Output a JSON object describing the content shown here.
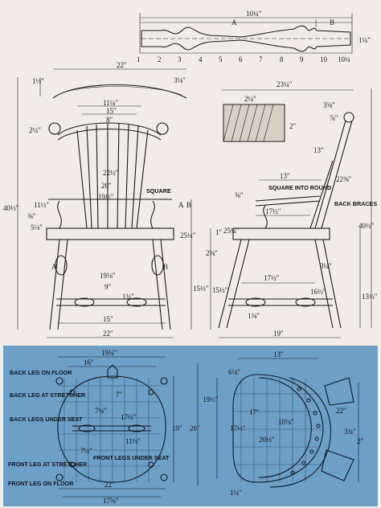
{
  "colors": {
    "paper": "#f1ede6",
    "ink": "#1b1b1b",
    "blueprint": "#6e9fc7"
  },
  "spindle": {
    "overall": "10¼″",
    "A": "A",
    "B": "B",
    "height": "1¼″",
    "stations": [
      "1",
      "2",
      "3",
      "4",
      "5",
      "6",
      "7",
      "8",
      "9",
      "10",
      "10¼"
    ]
  },
  "front": {
    "top_width": "22″",
    "crest_rise": "1½″",
    "ear_rise": "3⅛″",
    "dims": [
      "11¼″",
      "15″",
      "8″",
      "2¼″",
      "22½″",
      "26″",
      "19½″",
      "11½″",
      "⅜″",
      "5⅛″",
      "19⅛″",
      "9″",
      "1¾″",
      "15″",
      "22″",
      "40½″",
      "25¼″",
      "15½″",
      "1″"
    ],
    "labels": {
      "square": "SQUARE",
      "A": "A",
      "B": "B",
      "section_a": "A",
      "section_b": "B"
    }
  },
  "side": {
    "dims": [
      "23¼″",
      "2¼″",
      "3⅝″",
      "⅞″",
      "2″",
      "13″",
      "22⅜″",
      "13″",
      "⅝″",
      "17½″",
      "25¼″",
      "2⅜″",
      "3¼″",
      "15½″",
      "17½″",
      "16½″",
      "13½″",
      "1⅝″",
      "19″",
      "40½″"
    ],
    "labels": {
      "square_round": "SQUARE INTO ROUND",
      "back_braces": "BACK BRACES"
    }
  },
  "plan_left": {
    "dims": [
      "19¼″",
      "16″",
      "7″",
      "7¼″",
      "17½″",
      "11½″",
      "7¼″",
      "19″",
      "22″",
      "17⅜″"
    ],
    "labels": [
      "BACK LEG ON FLOOR",
      "BACK LEG AT STRETCHER",
      "BACK LEGS UNDER SEAT",
      "FRONT LEGS UNDER SEAT",
      "FRONT LEG AT STRETCHER",
      "FRONT LEG ON FLOOR"
    ]
  },
  "plan_right": {
    "dims": [
      "13″",
      "26″",
      "6⅛″",
      "19½″",
      "17″",
      "17½″",
      "10⅛″",
      "20½″",
      "22″",
      "3¾″",
      "2″",
      "1¼″"
    ]
  }
}
